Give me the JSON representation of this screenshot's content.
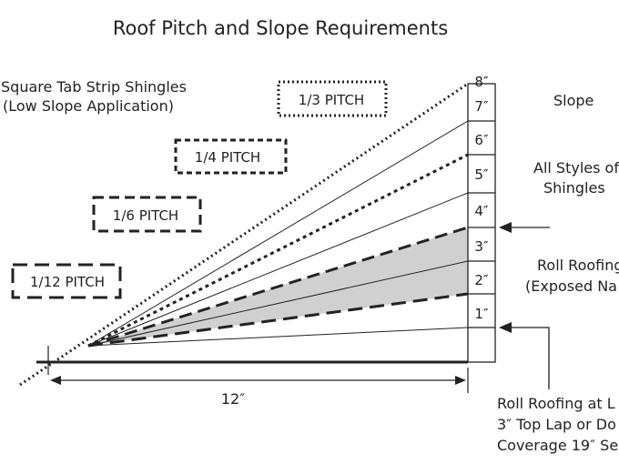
{
  "title": "Roof Pitch and Slope Requirements",
  "left_note": {
    "line1": "Square Tab Strip Shingles",
    "line2": "(Low Slope Application)"
  },
  "pitch_boxes": [
    "1/3 PITCH",
    "1/4 PITCH",
    "1/6 PITCH",
    "1/12 PITCH"
  ],
  "scale_marks": [
    "8″",
    "7″",
    "6″",
    "5″",
    "4″",
    "3″",
    "2″",
    "1″"
  ],
  "run_label": "12″",
  "right_notes": {
    "slope": "Slope",
    "all_styles_1": "All Styles of",
    "all_styles_2": "Shingles",
    "roll_1": "Roll Roofing",
    "roll_2": "(Exposed Na",
    "roll_lap_1": "Roll Roofing at L",
    "roll_lap_2": "3″ Top Lap or Do",
    "roll_lap_3": "Coverage 19″ Se"
  },
  "colors": {
    "line": "#222222",
    "shade": "#d0d0d0"
  }
}
